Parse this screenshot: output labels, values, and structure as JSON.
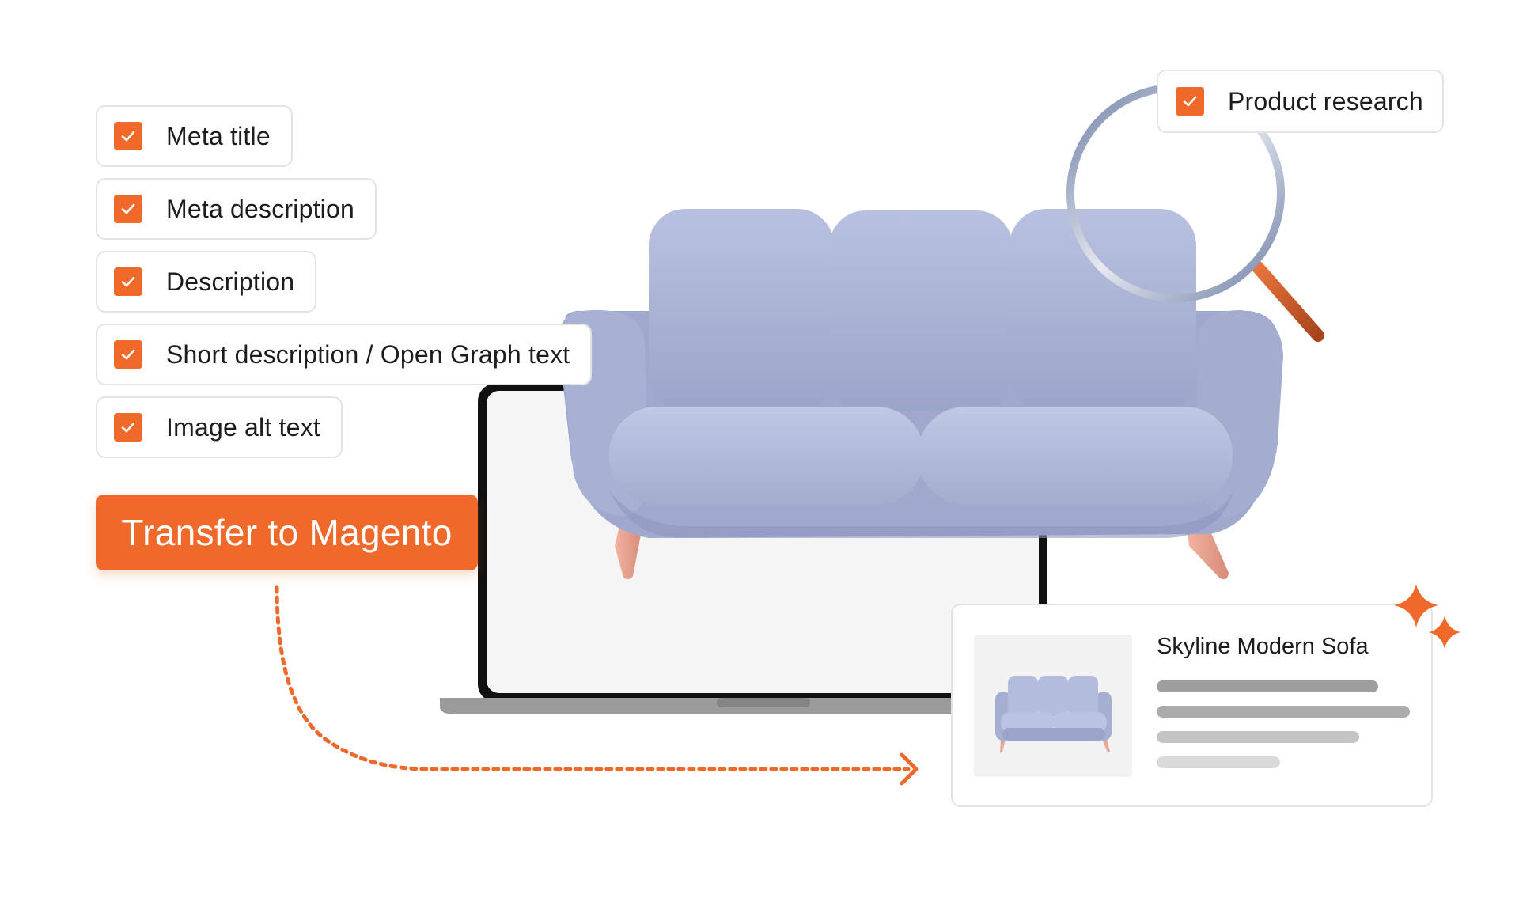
{
  "checklist": {
    "items": [
      {
        "label": "Meta title",
        "checked": true
      },
      {
        "label": "Meta description",
        "checked": true
      },
      {
        "label": "Description",
        "checked": true
      },
      {
        "label": "Short description / Open Graph text",
        "checked": true
      },
      {
        "label": "Image alt text",
        "checked": true
      }
    ]
  },
  "transfer_button": {
    "label": "Transfer to Magento"
  },
  "research_tag": {
    "label": "Product research",
    "checked": true
  },
  "product_card": {
    "title": "Skyline Modern Sofa"
  },
  "colors": {
    "accent": "#ef6a2a",
    "sofa": "#a9b3d3",
    "border": "#e3e3e3",
    "laptop_screen": "#f5f5f5",
    "laptop_frame": "#111111",
    "laptop_base": "#9b9b9b"
  },
  "icons": [
    "check-icon",
    "magnifier-icon",
    "sofa-illustration",
    "laptop-illustration",
    "dotted-arrow",
    "sparkle-icon"
  ]
}
